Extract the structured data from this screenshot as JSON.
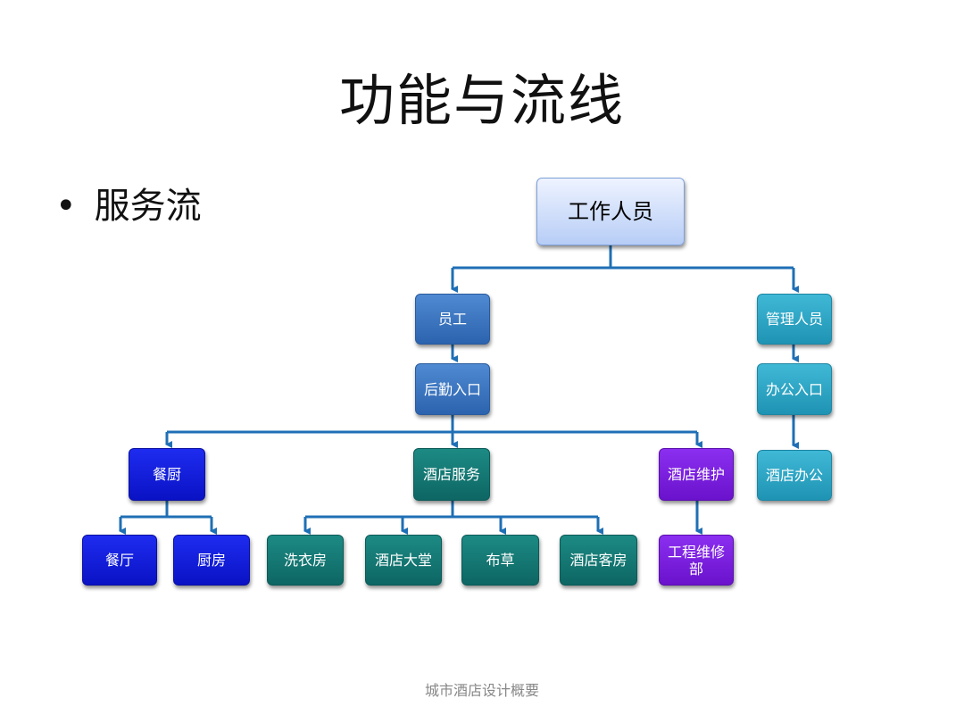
{
  "slide": {
    "title": "功能与流线",
    "bullet": "服务流",
    "footer": "城市酒店设计概要"
  },
  "colors": {
    "connector": "#1f6fb5"
  },
  "diagram": {
    "root": "工作人员",
    "staff": "员工",
    "staff_entry": "后勤入口",
    "management": "管理人员",
    "office_entry": "办公入口",
    "hotel_office": "酒店办公",
    "catering": "餐厨",
    "restaurant": "餐厅",
    "kitchen": "厨房",
    "hotel_service": "酒店服务",
    "laundry": "洗衣房",
    "lobby": "酒店大堂",
    "linen": "布草",
    "guest_rooms": "酒店客房",
    "maintenance": "酒店维护",
    "engineering": "工程维修部"
  }
}
